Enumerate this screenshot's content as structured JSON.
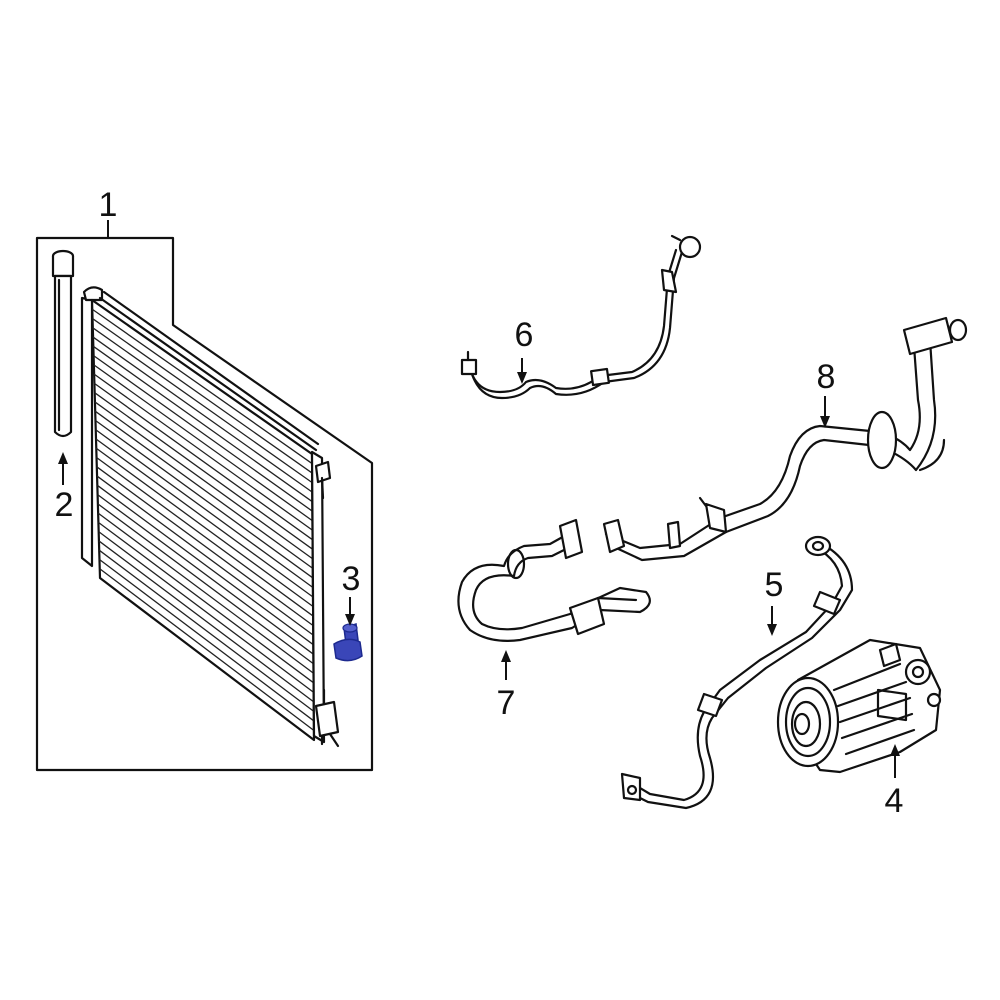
{
  "diagram": {
    "callouts": [
      {
        "id": "1",
        "label": "1"
      },
      {
        "id": "2",
        "label": "2"
      },
      {
        "id": "3",
        "label": "3"
      },
      {
        "id": "4",
        "label": "4"
      },
      {
        "id": "5",
        "label": "5"
      },
      {
        "id": "6",
        "label": "6"
      },
      {
        "id": "7",
        "label": "7"
      },
      {
        "id": "8",
        "label": "8"
      }
    ],
    "colors": {
      "line": "#111111",
      "background": "#ffffff",
      "highlight_part": "#3a46b8",
      "highlight_part_shade": "#1d2a8f"
    },
    "highlighted_callout": "3"
  }
}
